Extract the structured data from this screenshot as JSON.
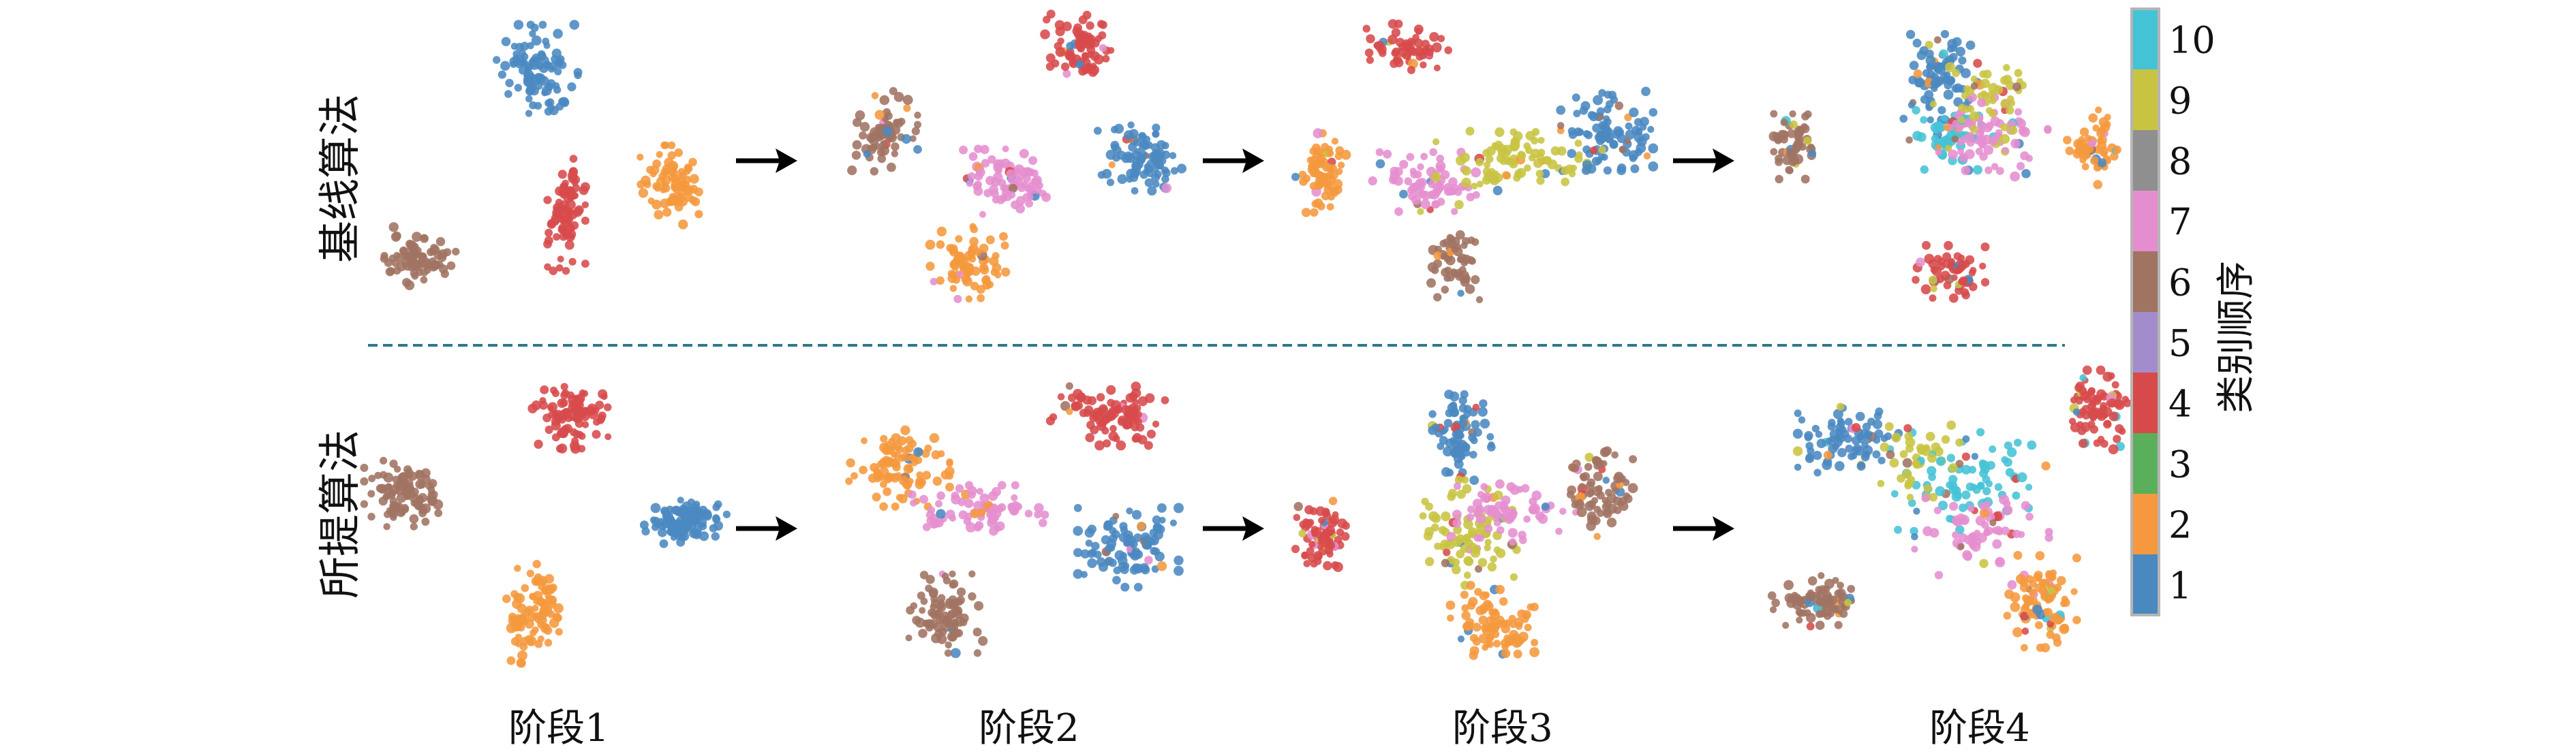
{
  "row_labels": [
    "基线算法",
    "所提算法"
  ],
  "stage_labels": [
    "阶段1",
    "阶段2",
    "阶段3",
    "阶段4"
  ],
  "colorbar": {
    "title": "类别顺序",
    "classes": [
      {
        "label": "10",
        "color": "#45c3d6"
      },
      {
        "label": "9",
        "color": "#c8c442"
      },
      {
        "label": "8",
        "color": "#8f8f8f"
      },
      {
        "label": "7",
        "color": "#e58ecf"
      },
      {
        "label": "6",
        "color": "#a07362"
      },
      {
        "label": "5",
        "color": "#a38ccc"
      },
      {
        "label": "4",
        "color": "#d74a4b"
      },
      {
        "label": "3",
        "color": "#5ab05a"
      },
      {
        "label": "2",
        "color": "#f5983e"
      },
      {
        "label": "1",
        "color": "#4a89c0"
      }
    ]
  },
  "chart_data": {
    "type": "scatter",
    "title": "",
    "xlabel": "",
    "ylabel": "",
    "grid": false,
    "legend": "colorbar-right",
    "arrow_between_stages": true,
    "divider_between_rows": "dashed",
    "panels": [
      {
        "row": "基线算法",
        "stage": "阶段1",
        "clusters": [
          {
            "class": 1,
            "cx": 0.44,
            "cy": 0.18,
            "rx": 0.1,
            "ry": 0.14,
            "n": 95
          },
          {
            "class": 4,
            "cx": 0.52,
            "cy": 0.66,
            "rx": 0.045,
            "ry": 0.17,
            "n": 80
          },
          {
            "class": 2,
            "cx": 0.79,
            "cy": 0.56,
            "rx": 0.07,
            "ry": 0.12,
            "n": 80
          },
          {
            "class": 6,
            "cx": 0.12,
            "cy": 0.8,
            "rx": 0.1,
            "ry": 0.09,
            "n": 75
          }
        ]
      },
      {
        "row": "基线算法",
        "stage": "阶段2",
        "clusters": [
          {
            "class": 4,
            "cx": 0.63,
            "cy": 0.1,
            "rx": 0.08,
            "ry": 0.1,
            "n": 75
          },
          {
            "class": 6,
            "cx": 0.12,
            "cy": 0.39,
            "rx": 0.08,
            "ry": 0.13,
            "n": 65
          },
          {
            "class": 7,
            "cx": 0.44,
            "cy": 0.55,
            "rx": 0.13,
            "ry": 0.1,
            "n": 80
          },
          {
            "class": 1,
            "cx": 0.79,
            "cy": 0.47,
            "rx": 0.1,
            "ry": 0.1,
            "n": 90
          },
          {
            "class": 2,
            "cx": 0.34,
            "cy": 0.82,
            "rx": 0.09,
            "ry": 0.11,
            "n": 75
          }
        ]
      },
      {
        "row": "基线算法",
        "stage": "阶段3",
        "clusters": [
          {
            "class": 4,
            "cx": 0.28,
            "cy": 0.1,
            "rx": 0.1,
            "ry": 0.07,
            "n": 60
          },
          {
            "class": 2,
            "cx": 0.05,
            "cy": 0.52,
            "rx": 0.06,
            "ry": 0.12,
            "n": 70
          },
          {
            "class": 7,
            "cx": 0.34,
            "cy": 0.55,
            "rx": 0.14,
            "ry": 0.09,
            "n": 75
          },
          {
            "class": 9,
            "cx": 0.55,
            "cy": 0.48,
            "rx": 0.18,
            "ry": 0.09,
            "n": 85
          },
          {
            "class": 1,
            "cx": 0.8,
            "cy": 0.38,
            "rx": 0.11,
            "ry": 0.12,
            "n": 95
          },
          {
            "class": 6,
            "cx": 0.4,
            "cy": 0.82,
            "rx": 0.06,
            "ry": 0.12,
            "n": 55
          }
        ]
      },
      {
        "row": "基线算法",
        "stage": "阶段4",
        "clusters": [
          {
            "class": 6,
            "cx": 0.06,
            "cy": 0.42,
            "rx": 0.05,
            "ry": 0.11,
            "n": 55
          },
          {
            "class": 1,
            "cx": 0.44,
            "cy": 0.2,
            "rx": 0.09,
            "ry": 0.13,
            "n": 80
          },
          {
            "class": 10,
            "cx": 0.47,
            "cy": 0.4,
            "rx": 0.1,
            "ry": 0.1,
            "n": 55
          },
          {
            "class": 7,
            "cx": 0.58,
            "cy": 0.4,
            "rx": 0.13,
            "ry": 0.12,
            "n": 80
          },
          {
            "class": 9,
            "cx": 0.55,
            "cy": 0.25,
            "rx": 0.12,
            "ry": 0.12,
            "n": 45
          },
          {
            "class": 2,
            "cx": 0.85,
            "cy": 0.44,
            "rx": 0.07,
            "ry": 0.12,
            "n": 55
          },
          {
            "class": 4,
            "cx": 0.46,
            "cy": 0.85,
            "rx": 0.09,
            "ry": 0.08,
            "n": 60
          }
        ]
      },
      {
        "row": "所提算法",
        "stage": "阶段1",
        "clusters": [
          {
            "class": 4,
            "cx": 0.53,
            "cy": 0.16,
            "rx": 0.09,
            "ry": 0.1,
            "n": 85
          },
          {
            "class": 6,
            "cx": 0.1,
            "cy": 0.42,
            "rx": 0.1,
            "ry": 0.1,
            "n": 95
          },
          {
            "class": 1,
            "cx": 0.83,
            "cy": 0.51,
            "rx": 0.1,
            "ry": 0.07,
            "n": 100
          },
          {
            "class": 2,
            "cx": 0.44,
            "cy": 0.82,
            "rx": 0.07,
            "ry": 0.15,
            "n": 90
          }
        ]
      },
      {
        "row": "所提算法",
        "stage": "阶段2",
        "clusters": [
          {
            "class": 2,
            "cx": 0.16,
            "cy": 0.32,
            "rx": 0.12,
            "ry": 0.13,
            "n": 90
          },
          {
            "class": 7,
            "cx": 0.37,
            "cy": 0.48,
            "rx": 0.16,
            "ry": 0.08,
            "n": 75
          },
          {
            "class": 4,
            "cx": 0.71,
            "cy": 0.16,
            "rx": 0.14,
            "ry": 0.09,
            "n": 95
          },
          {
            "class": 1,
            "cx": 0.76,
            "cy": 0.6,
            "rx": 0.12,
            "ry": 0.12,
            "n": 100
          },
          {
            "class": 6,
            "cx": 0.28,
            "cy": 0.82,
            "rx": 0.09,
            "ry": 0.12,
            "n": 85
          }
        ]
      },
      {
        "row": "所提算法",
        "stage": "阶段3",
        "clusters": [
          {
            "class": 4,
            "cx": 0.05,
            "cy": 0.56,
            "rx": 0.06,
            "ry": 0.11,
            "n": 75
          },
          {
            "class": 1,
            "cx": 0.42,
            "cy": 0.22,
            "rx": 0.07,
            "ry": 0.15,
            "n": 75
          },
          {
            "class": 9,
            "cx": 0.45,
            "cy": 0.55,
            "rx": 0.12,
            "ry": 0.16,
            "n": 85
          },
          {
            "class": 7,
            "cx": 0.55,
            "cy": 0.48,
            "rx": 0.13,
            "ry": 0.1,
            "n": 60
          },
          {
            "class": 6,
            "cx": 0.78,
            "cy": 0.42,
            "rx": 0.08,
            "ry": 0.13,
            "n": 80
          },
          {
            "class": 2,
            "cx": 0.5,
            "cy": 0.85,
            "rx": 0.1,
            "ry": 0.1,
            "n": 85
          }
        ]
      },
      {
        "row": "所提算法",
        "stage": "阶段4",
        "clusters": [
          {
            "class": 1,
            "cx": 0.2,
            "cy": 0.24,
            "rx": 0.12,
            "ry": 0.1,
            "n": 85
          },
          {
            "class": 10,
            "cx": 0.52,
            "cy": 0.38,
            "rx": 0.18,
            "ry": 0.15,
            "n": 75
          },
          {
            "class": 9,
            "cx": 0.4,
            "cy": 0.3,
            "rx": 0.14,
            "ry": 0.12,
            "n": 40
          },
          {
            "class": 7,
            "cx": 0.55,
            "cy": 0.55,
            "rx": 0.16,
            "ry": 0.13,
            "n": 65
          },
          {
            "class": 4,
            "cx": 0.86,
            "cy": 0.14,
            "rx": 0.08,
            "ry": 0.12,
            "n": 80
          },
          {
            "class": 6,
            "cx": 0.12,
            "cy": 0.78,
            "rx": 0.11,
            "ry": 0.08,
            "n": 80
          },
          {
            "class": 2,
            "cx": 0.7,
            "cy": 0.78,
            "rx": 0.09,
            "ry": 0.14,
            "n": 90
          }
        ]
      }
    ]
  }
}
